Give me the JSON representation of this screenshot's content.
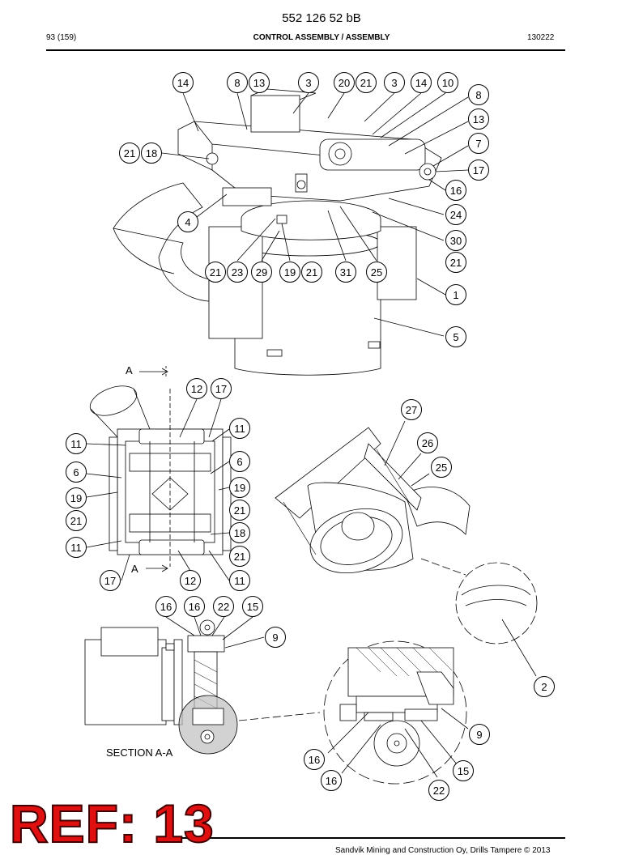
{
  "header": {
    "doc_number": "552 126 52 bB",
    "page_count": "93 (159)",
    "section_title": "CONTROL ASSEMBLY / ASSEMBLY",
    "date_code": "130222"
  },
  "drawing_labels": {
    "section_a_top": "A",
    "section_a_bottom": "A",
    "section_caption": "SECTION A-A"
  },
  "callouts_top": [
    "14",
    "8",
    "13",
    "3",
    "20",
    "21",
    "3",
    "14",
    "10",
    "8",
    "13",
    "7",
    "17",
    "16",
    "24",
    "30",
    "21",
    "1",
    "5",
    "21",
    "18",
    "4",
    "21",
    "23",
    "29",
    "19",
    "21",
    "31",
    "25"
  ],
  "callouts_mid": [
    "12",
    "17",
    "11",
    "11",
    "6",
    "6",
    "19",
    "19",
    "21",
    "21",
    "18",
    "11",
    "21",
    "17",
    "12",
    "11",
    "27",
    "26",
    "25",
    "2"
  ],
  "callouts_bottom": [
    "16",
    "16",
    "22",
    "15",
    "9",
    "9",
    "16",
    "16",
    "15",
    "22"
  ],
  "footer": {
    "text": "Sandvik Mining and Construction Oy, Drills Tampere © 2013",
    "stamp": "REF: 13"
  }
}
